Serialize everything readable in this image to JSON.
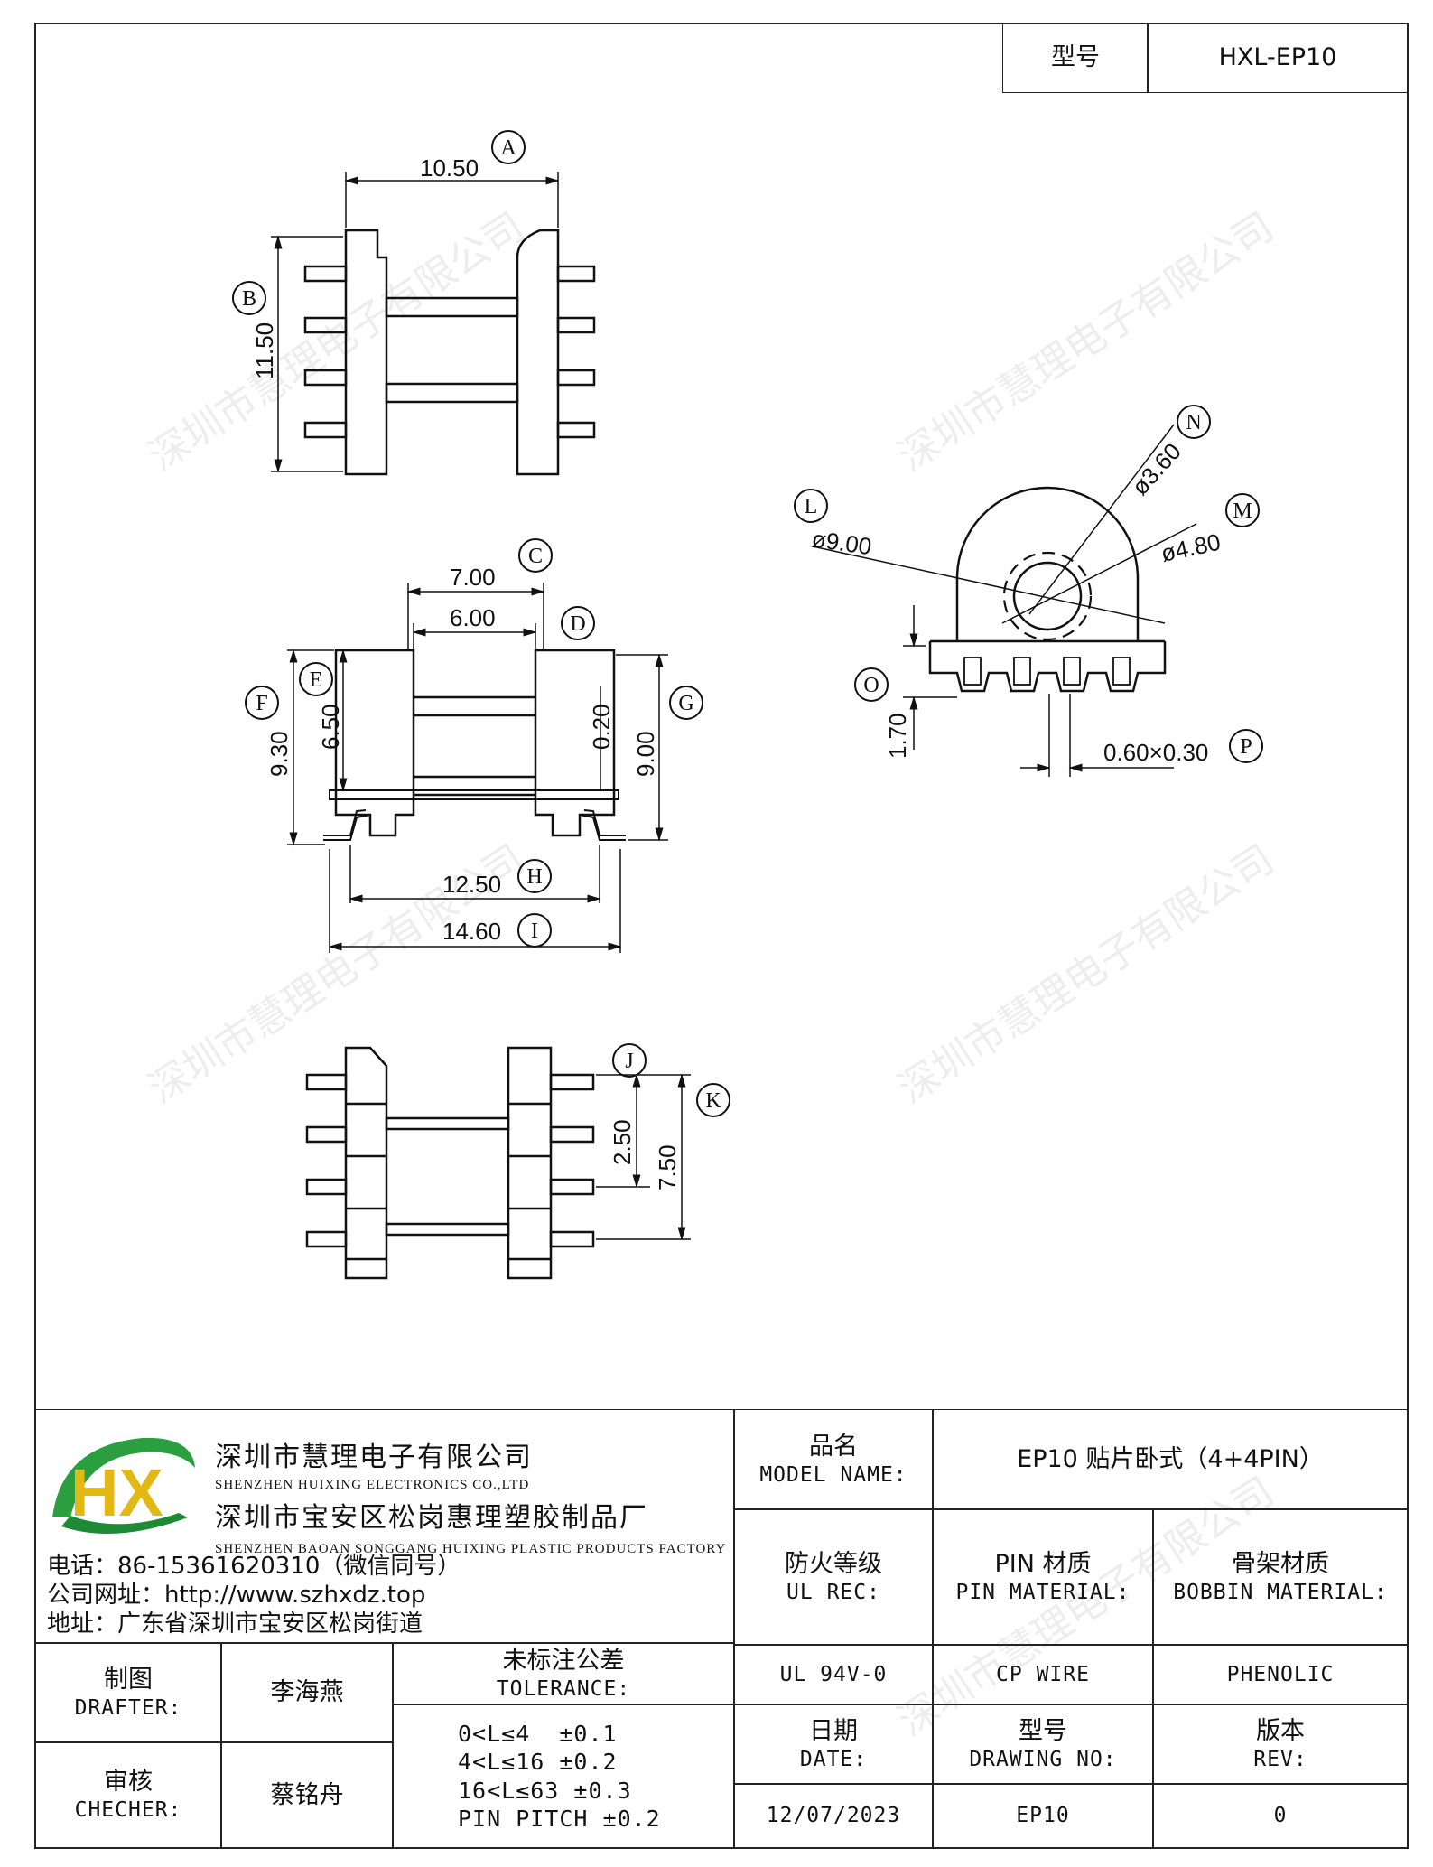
{
  "title_block": {
    "model_label": "型号",
    "model_value": "HXL-EP10"
  },
  "watermark": "深圳市慧理电子有限公司",
  "dimensions": {
    "A": "10.50",
    "B": "11.50",
    "C": "7.00",
    "D": "6.00",
    "E": "6.50",
    "F": "9.30",
    "G": "9.00",
    "H": "12.50",
    "I": "14.60",
    "J": "2.50",
    "K": "7.50",
    "L": "ø9.00",
    "M": "ø4.80",
    "N": "ø3.60",
    "O": "1.70",
    "P": "0.60×0.30",
    "thickness": "0.20"
  },
  "labels": [
    "A",
    "B",
    "C",
    "D",
    "E",
    "F",
    "G",
    "H",
    "I",
    "J",
    "K",
    "L",
    "M",
    "N",
    "O",
    "P"
  ],
  "logo": {
    "text": "HX"
  },
  "company": {
    "name1": "深圳市慧理电子有限公司",
    "name1_en": "SHENZHEN HUIXING ELECTRONICS CO.,LTD",
    "name2": "深圳市宝安区松岗惠理塑胶制品厂",
    "name2_en": "SHENZHEN BAOAN SONGGANG HUIXING PLASTIC PRODUCTS FACTORY",
    "phone": "电话：86-15361620310（微信同号）",
    "website": "公司网址：http://www.szhxdz.top",
    "address": "地址：广东省深圳市宝安区松岗街道"
  },
  "table": {
    "model_name_zh": "品名",
    "model_name_en": "MODEL NAME:",
    "model_name_value": "EP10 贴片卧式（4+4PIN）",
    "ul_zh": "防火等级",
    "ul_en": "UL REC:",
    "pin_zh": "PIN 材质",
    "pin_en": "PIN MATERIAL:",
    "bobbin_zh": "骨架材质",
    "bobbin_en": "BOBBIN MATERIAL:",
    "ul_value": "UL 94V-0",
    "pin_value": "CP WIRE",
    "bobbin_value": "PHENOLIC",
    "date_zh": "日期",
    "date_en": "DATE:",
    "drawing_zh": "型号",
    "drawing_en": "DRAWING NO:",
    "rev_zh": "版本",
    "rev_en": "REV:",
    "date_value": "12/07/2023",
    "drawing_value": "EP10",
    "rev_value": "0",
    "drafter_zh": "制图",
    "drafter_en": "DRAFTER:",
    "drafter_value": "李海燕",
    "checker_zh": "审核",
    "checker_en": "CHECHER:",
    "checker_value": "蔡铭舟",
    "tol_zh": "未标注公差",
    "tol_en": "TOLERANCE:",
    "tol_lines": [
      "0<L≤4  ±0.1",
      "4<L≤16 ±0.2",
      "16<L≤63 ±0.3",
      "PIN PITCH ±0.2"
    ]
  }
}
